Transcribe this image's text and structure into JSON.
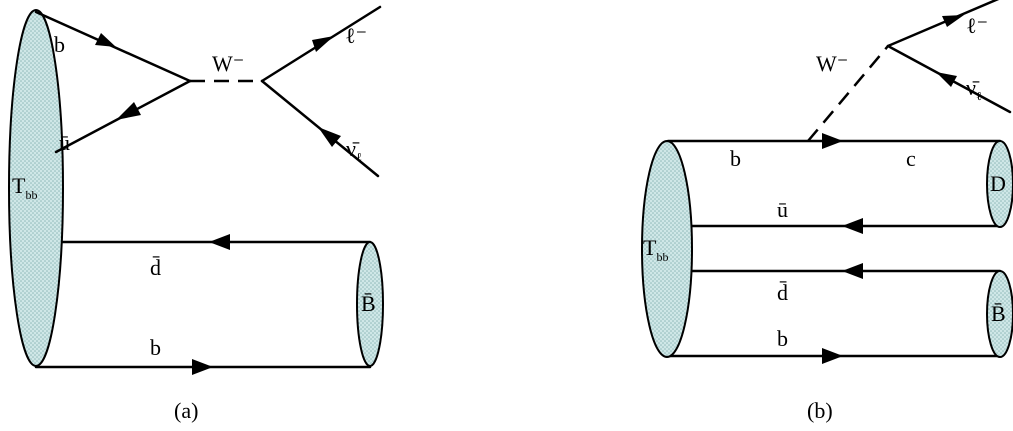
{
  "colors": {
    "hadron_fill": "#cfe7e7",
    "hadron_dots": "#8fb9b9",
    "line": "#000000"
  },
  "diagram_a": {
    "caption": "(a)",
    "tetraquark": "T",
    "tetraquark_sub": "bb",
    "quark_b_upper": "b",
    "antiquark_u": "ū",
    "boson": "W⁻",
    "lepton": "ℓ⁻",
    "neutrino": "ν̄",
    "neutrino_sub": "ℓ",
    "antiquark_d": "d̄",
    "quark_b_lower": "b",
    "meson": "B̄"
  },
  "diagram_b": {
    "caption": "(b)",
    "tetraquark": "T",
    "tetraquark_sub": "bb",
    "boson": "W⁻",
    "lepton": "ℓ⁻",
    "neutrino": "ν̄",
    "neutrino_sub": "ℓ",
    "quark_b_upper": "b",
    "quark_c": "c",
    "antiquark_u": "ū",
    "meson_d": "D",
    "antiquark_d": "d̄",
    "quark_b_lower": "b",
    "meson_b": "B̄"
  }
}
